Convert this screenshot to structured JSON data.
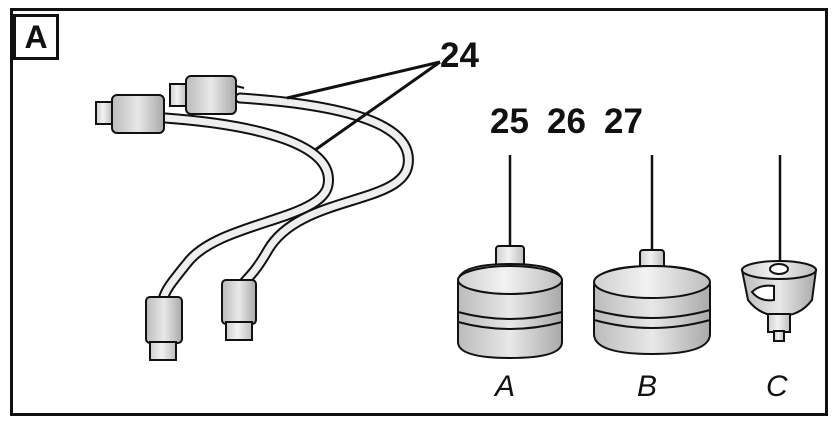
{
  "panel": {
    "label": "A"
  },
  "callouts": {
    "tubes": "24",
    "a": "25",
    "b": "26",
    "c": "27"
  },
  "variants": {
    "a": "A",
    "b": "B",
    "c": "C"
  },
  "icons": [
    "twin-tube-icon",
    "nozzle-a-icon",
    "nozzle-b-icon",
    "nozzle-c-icon"
  ],
  "colors": {
    "line": "#111111",
    "fill_light": "#e6e6e6",
    "fill_mid": "#c8c8c8",
    "background": "#ffffff"
  }
}
